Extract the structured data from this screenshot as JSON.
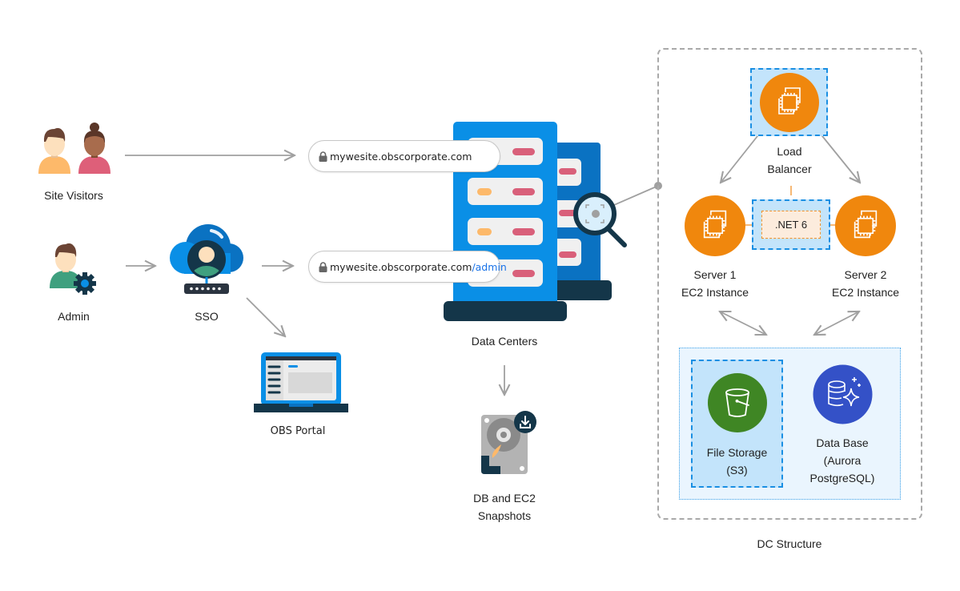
{
  "actors": {
    "site_visitors": "Site Visitors",
    "admin": "Admin",
    "sso": "SSO",
    "obs_portal": "OBS Portal"
  },
  "urls": {
    "public": {
      "base": "mywesite.obscorporate.com",
      "suffix": ""
    },
    "admin": {
      "base": "mywesite.obscorporate.com",
      "suffix": "/admin"
    }
  },
  "data_centers": {
    "label": "Data Centers",
    "snapshots_line1": "DB and EC2",
    "snapshots_line2": "Snapshots"
  },
  "dc_structure": {
    "title": "DC Structure",
    "load_balancer_line1": "Load",
    "load_balancer_line2": "Balancer",
    "runtime": ".NET 6",
    "server1_line1": "Server 1",
    "server1_line2": "EC2 Instance",
    "server2_line1": "Server 2",
    "server2_line2": "EC2 Instance",
    "file_storage_line1": "File Storage",
    "file_storage_line2": "(S3)",
    "database_line1": "Data Base",
    "database_line2": "(Aurora",
    "database_line3": "PostgreSQL)"
  },
  "colors": {
    "ec2_orange": "#f0870d",
    "s3_green": "#3f8624",
    "aurora_blue": "#3451c7",
    "server_blue": "#0a8fe6",
    "server_dark": "#143649",
    "dashed_blue": "#1a8fe3",
    "arrow_gray": "#a0a0a0",
    "link_blue": "#1a73e8"
  }
}
